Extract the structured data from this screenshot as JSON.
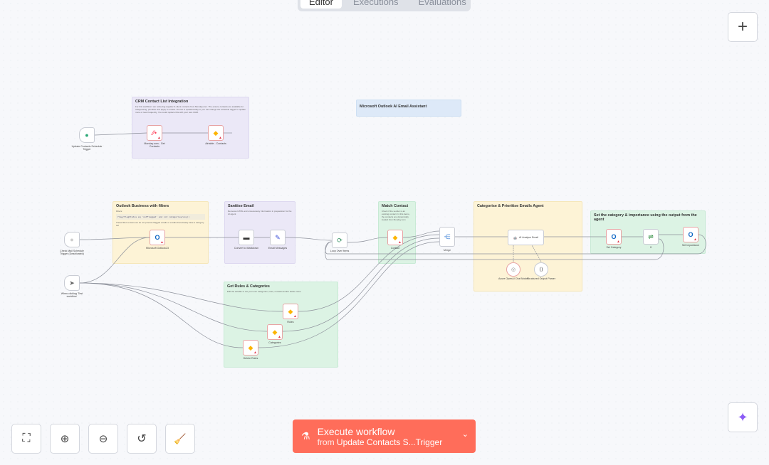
{
  "tabs": [
    "Editor",
    "Executions",
    "Evaluations"
  ],
  "notes": {
    "crm": {
      "title": "CRM Contact List Integration",
      "body": "For this workflow I am retrieving supplier & client contacts from Monday.com. The ensure contacts are available for categorising, prioritise and apply to emails. The list is updated daily or you can change the schedule trigger to update more or less frequently. You could replace this with your own CRM."
    },
    "assistant": {
      "title": "Microsoft Outlook AI Email Assistant"
    },
    "outlook": {
      "title": "Outlook Business with filters",
      "label": "Filters:",
      "code": "flag/flagStatus eq 'notFlagged' and not categories/any()",
      "body": "These filters ensure we do not process flagged emails or emails that already have a category set"
    },
    "sanitise": {
      "title": "Sanitise Email",
      "body": "Removes HTML and unnecessary information in preparation for the AI Agent"
    },
    "rules": {
      "title": "Get Rules & Categories",
      "body": "Edit the airtable to set your own categories, rules, contacts and/or delete rules."
    },
    "match": {
      "title": "Match Contact",
      "body": "Check if the sender is an existing contact. In this demo, the contacts are dynamically loaded from Monday.com"
    },
    "agent": {
      "title": "Categorise & Prioritise Emails Agent"
    },
    "setcat": {
      "title": "Set the category & importance using the output from the agent"
    }
  },
  "nodes": {
    "update_trigger": "Update Contacts Schedule Trigger",
    "monday": "Monday.com - Get Contacts",
    "airtable_contacts": "Airtable - Contacts",
    "check_mail": "Check Mail Schedule Trigger (Deactivated)",
    "test_trigger": "When clicking 'Test workflow'",
    "outlook": "Microsoft Outlook23",
    "markdown": "Convert to Markdown",
    "email_messages": "Email Messages",
    "loop": "Loop Over Items",
    "contact": "Contact",
    "merge": "Merge",
    "ai": "AI Analyse Email",
    "azure": "Azure OpenAI Chat Model",
    "parser": "Structured Output Parser",
    "set_category": "Set Category",
    "if": "If",
    "set_importance": "Set Importance",
    "rules": "Rules",
    "categories": "Categories",
    "delete_rules": "Delete Rules"
  },
  "execute": {
    "label": "Execute workflow",
    "from_prefix": "from",
    "from_value": "Update Contacts S...Trigger"
  },
  "colors": {
    "accent": "#ff6d5a",
    "error": "#e0384b"
  }
}
